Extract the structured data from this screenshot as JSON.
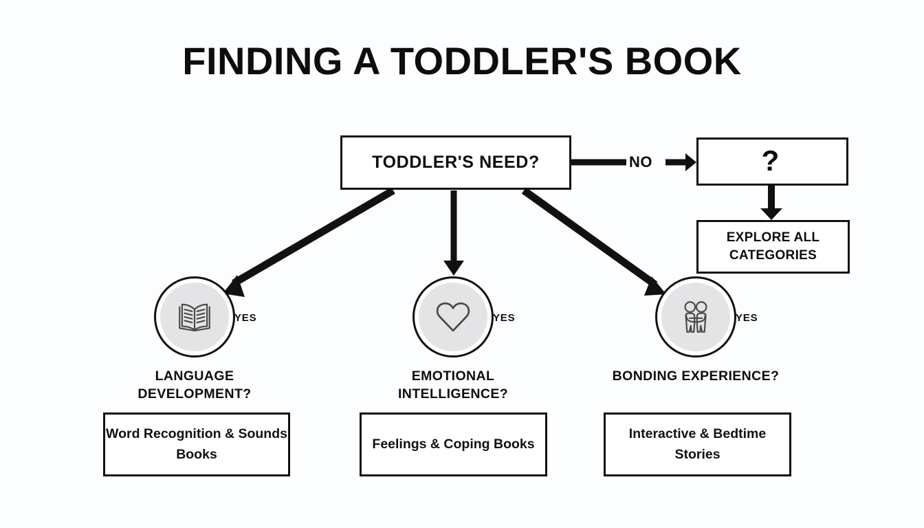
{
  "page": {
    "title": "FINDING A TODDLER'S BOOK",
    "background_color": "#fcfdfe",
    "ink_color": "#111111",
    "circle_fill_color": "#e4e4e6"
  },
  "diagram_data": {
    "type": "flowchart",
    "orientation": "top-down",
    "title": "FINDING A TODDLER'S BOOK",
    "root": {
      "id": "decision",
      "label": "TODDLER'S NEED?",
      "shape": "rectangle"
    },
    "no_path": {
      "edge_label": "NO",
      "nodes": [
        {
          "id": "unknown",
          "label": "?",
          "shape": "rectangle"
        },
        {
          "id": "explore",
          "label": "EXPLORE ALL CATEGORIES",
          "shape": "rectangle"
        }
      ]
    },
    "branches": [
      {
        "id": "language",
        "icon": "open-book-icon",
        "edge_label": "YES",
        "question": "LANGUAGE DEVELOPMENT?",
        "result": "Word Recognition & Sounds Books"
      },
      {
        "id": "emotional",
        "icon": "heart-icon",
        "edge_label": "YES",
        "question": "EMOTIONAL INTELLIGENCE?",
        "result": "Feelings & Coping Books"
      },
      {
        "id": "bonding",
        "icon": "two-people-hugging-icon",
        "edge_label": "YES",
        "question": "BONDING EXPERIENCE?",
        "result": "Interactive & Bedtime Stories"
      }
    ]
  },
  "decision": {
    "label": "TODDLER'S NEED?"
  },
  "no_branch": {
    "edge_label": "NO",
    "unknown_label": "?",
    "explore_label": "EXPLORE ALL CATEGORIES"
  },
  "branches": [
    {
      "yes_label": "YES",
      "question": "LANGUAGE DEVELOPMENT?",
      "result": "Word Recognition & Sounds Books"
    },
    {
      "yes_label": "YES",
      "question": "EMOTIONAL INTELLIGENCE?",
      "result": "Feelings & Coping Books"
    },
    {
      "yes_label": "YES",
      "question": "BONDING EXPERIENCE?",
      "result": "Interactive & Bedtime Stories"
    }
  ]
}
